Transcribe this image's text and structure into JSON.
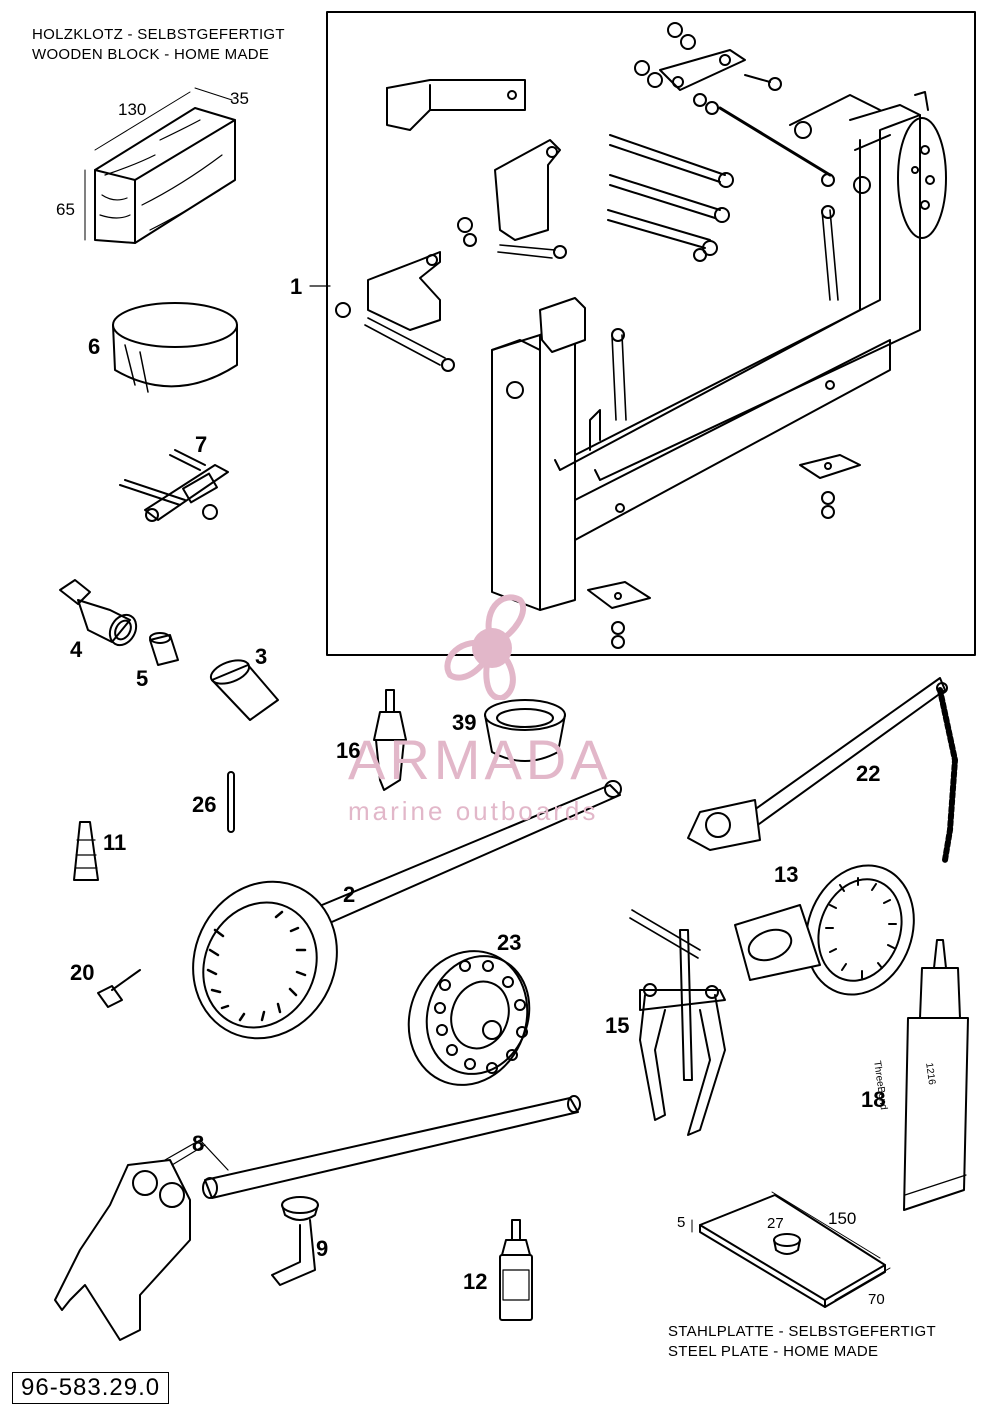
{
  "captions": {
    "wooden_block_de": "HOLZKLOTZ - SELBSTGEFERTIGT",
    "wooden_block_en": "WOODEN BLOCK - HOME MADE",
    "steel_plate_de": "STAHLPLATTE - SELBSTGEFERTIGT",
    "steel_plate_en": "STEEL PLATE - HOME MADE"
  },
  "dimensions": {
    "block_length": "130",
    "block_width": "35",
    "block_height": "65",
    "plate_thickness": "5",
    "plate_hole": "27",
    "plate_length": "150",
    "plate_width": "70"
  },
  "part_labels": {
    "p1": "1",
    "p2": "2",
    "p3": "3",
    "p4": "4",
    "p5": "5",
    "p6": "6",
    "p7": "7",
    "p8": "8",
    "p9": "9",
    "p11": "11",
    "p12": "12",
    "p13": "13",
    "p15": "15",
    "p16": "16",
    "p18": "18",
    "p20": "20",
    "p22": "22",
    "p23": "23",
    "p26": "26",
    "p39": "39"
  },
  "tube_text": {
    "brand": "ThreeBond",
    "code": "1216"
  },
  "document_number": "96-583.29.0",
  "watermark": {
    "brand": "ARMADA",
    "tagline": "marine outboards",
    "color": "#e2b7c9"
  }
}
